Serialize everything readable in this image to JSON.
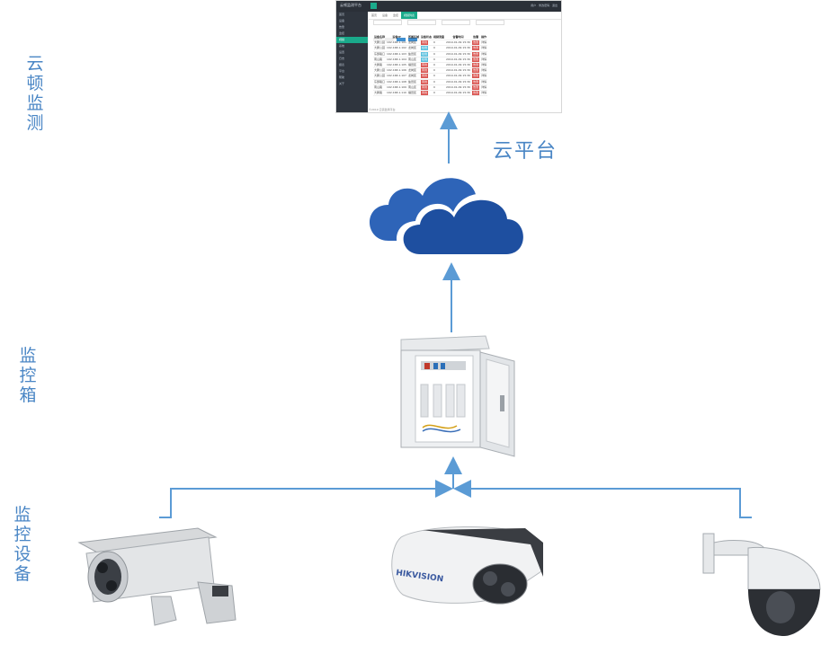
{
  "labels": {
    "cloud_monitor": "云顿监测",
    "monitor_box": "监控箱",
    "monitor_device": "监控设备",
    "cloud_platform": "云平台"
  },
  "dashboard": {
    "brand": "云顿监测平台",
    "top_links": "用户 · 修改密码 · 退出",
    "nav": [
      "首页",
      "设备",
      "告警",
      "监控",
      "视频",
      "系统",
      "设置",
      "日志",
      "报表",
      "平台",
      "帮助",
      "关于"
    ],
    "active_nav": "视频",
    "tabs": [
      "首页",
      "设备",
      "监控",
      "视频列表"
    ],
    "buttons": [
      "查询",
      "重置",
      "添加",
      "导出"
    ],
    "columns": [
      "设备名称",
      "设备IP",
      "所属区域",
      "设备状态",
      "视频流量",
      "告警时间",
      "告警",
      "操作"
    ],
    "rows": [
      [
        "大鹏公园",
        "192.168.1.101",
        "龙岗区",
        "离线",
        "0",
        "2019-01-09 15:30",
        "告警",
        "详情"
      ],
      [
        "大鹏公园",
        "192.168.1.102",
        "龙岗区",
        "在线",
        "0",
        "2019-01-09 15:30",
        "告警",
        "详情"
      ],
      [
        "东部路口",
        "192.168.1.103",
        "盐田区",
        "在线",
        "0",
        "2019-01-09 15:30",
        "告警",
        "详情"
      ],
      [
        "南山路",
        "192.168.1.104",
        "南山区",
        "在线",
        "0",
        "2019-01-09 15:30",
        "告警",
        "详情"
      ],
      [
        "大鹏路",
        "192.168.1.105",
        "福田区",
        "离线",
        "0",
        "2019-01-09 15:30",
        "告警",
        "详情"
      ],
      [
        "大鹏公园",
        "192.168.1.106",
        "龙岗区",
        "离线",
        "0",
        "2019-01-09 15:30",
        "告警",
        "详情"
      ],
      [
        "大鹏公园",
        "192.168.1.107",
        "龙岗区",
        "离线",
        "0",
        "2019-01-09 15:30",
        "告警",
        "详情"
      ],
      [
        "东部路口",
        "192.168.1.108",
        "盐田区",
        "离线",
        "0",
        "2019-01-09 15:30",
        "告警",
        "详情"
      ],
      [
        "南山路",
        "192.168.1.109",
        "南山区",
        "离线",
        "0",
        "2019-01-09 15:30",
        "告警",
        "详情"
      ],
      [
        "大鹏路",
        "192.168.1.110",
        "福田区",
        "离线",
        "0",
        "2019-01-09 15:30",
        "告警",
        "详情"
      ]
    ],
    "footer": "©2019 云顿监测平台"
  },
  "colors": {
    "label": "#4a86c5",
    "arrow": "#5b9bd5",
    "cloud_back": "#2e64b8",
    "cloud_front": "#1e4fa0",
    "accent": "#1aaa8b"
  },
  "icons": [
    "cloud-icon",
    "monitor-box-icon",
    "bullet-camera-icon",
    "hikvision-camera-icon",
    "dome-camera-icon"
  ]
}
